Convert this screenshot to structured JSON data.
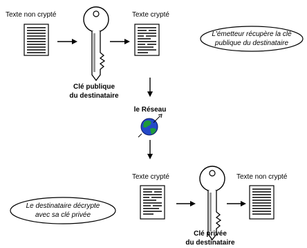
{
  "top": {
    "plaintext_label": "Texte non crypté",
    "ciphertext_label": "Texte crypté",
    "key_label_line1": "Clé publique",
    "key_label_line2": "du destinataire",
    "note_line1": "L'émetteur récupère la clé",
    "note_line2": "publique du destinataire"
  },
  "network": {
    "label": "le Réseau"
  },
  "bottom": {
    "ciphertext_label": "Texte crypté",
    "plaintext_label": "Texte non crypté",
    "key_label_line1": "Clé privée",
    "key_label_line2": "du destinataire",
    "note_line1": "Le destinataire décrypte",
    "note_line2": "avec sa clé privée"
  },
  "colors": {
    "globe_ocean": "#2448c8",
    "globe_land": "#1e9a3a",
    "key_shadow": "#9a9a9a"
  }
}
